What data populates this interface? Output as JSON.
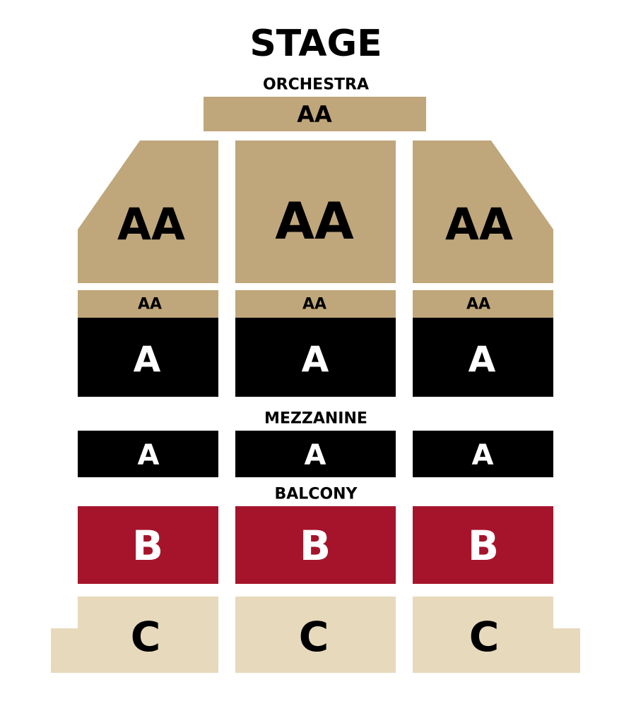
{
  "colors": {
    "aa": "#bfa77b",
    "a": "#000000",
    "b": "#a6142c",
    "c": "#e7d9bb",
    "text_dark": "#000000",
    "text_light": "#ffffff"
  },
  "headings": {
    "stage": "STAGE",
    "orchestra": "ORCHESTRA",
    "mezzanine": "MEZZANINE",
    "balcony": "BALCONY"
  },
  "orchestra": {
    "front_row": "AA",
    "upper": {
      "left": "AA",
      "center": "AA",
      "right": "AA"
    },
    "strip": {
      "left": "AA",
      "center": "AA",
      "right": "AA"
    },
    "rear": {
      "left": "A",
      "center": "A",
      "right": "A"
    }
  },
  "mezzanine": {
    "left": "A",
    "center": "A",
    "right": "A"
  },
  "balcony": {
    "front": {
      "left": "B",
      "center": "B",
      "right": "B"
    },
    "rear": {
      "left": "C",
      "center": "C",
      "right": "C"
    }
  }
}
